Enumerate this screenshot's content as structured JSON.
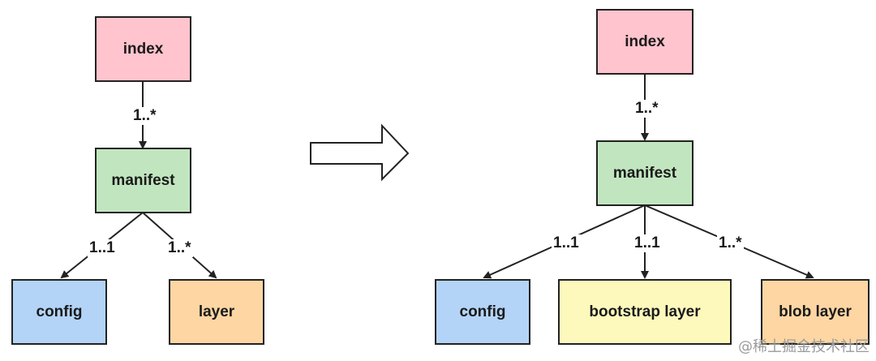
{
  "colors": {
    "index": "#ffc4cd",
    "manifest": "#c1e6bf",
    "config": "#b3d4f7",
    "layer": "#fdd6a3",
    "bootstrap": "#fdf9bd",
    "blob": "#fdd6a3",
    "stroke": "#222222"
  },
  "left": {
    "index": "index",
    "manifest": "manifest",
    "config": "config",
    "layer": "layer",
    "edge_index_manifest": "1..*",
    "edge_manifest_config": "1..1",
    "edge_manifest_layer": "1..*"
  },
  "right": {
    "index": "index",
    "manifest": "manifest",
    "config": "config",
    "bootstrap": "bootstrap layer",
    "blob": "blob layer",
    "edge_index_manifest": "1..*",
    "edge_manifest_config": "1..1",
    "edge_manifest_bootstrap": "1..1",
    "edge_manifest_blob": "1..*"
  },
  "watermark": "@稀土掘金技术社区"
}
